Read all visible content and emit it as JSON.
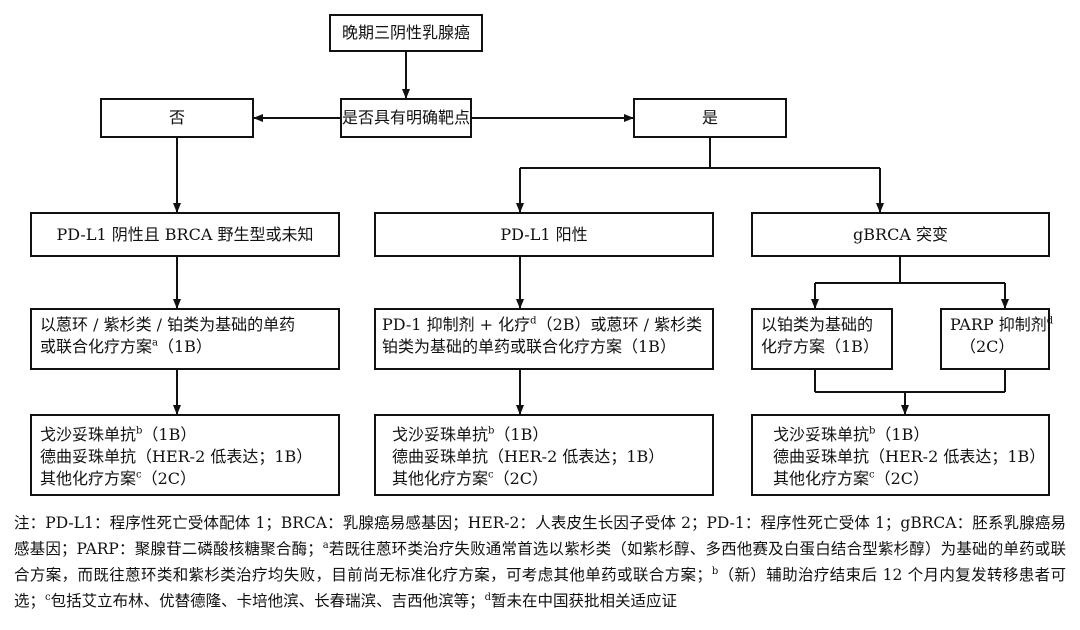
{
  "nodes": {
    "root": "晚期三阴性乳腺癌",
    "question": "是否具有明确靶点",
    "no": "否",
    "yes": "是",
    "branch_a": "PD-L1 阴性且 BRCA 野生型或未知",
    "branch_b": "PD-L1 阳性",
    "branch_c": "gBRCA 突变",
    "a1": {
      "line1": "以蒽环 / 紫杉类 / 铂类为基础的单药",
      "line2": "或联合化疗方案",
      "sup": "a",
      "tail": "（1B）"
    },
    "b1": {
      "line1_pre": "PD-1 抑制剂 + 化疗",
      "sup": "d",
      "line1_post": "（2B）或蒽环 / 紫杉类",
      "line2": "铂类为基础的单药或联合化疗方案（1B）"
    },
    "c1": {
      "line1": "以铂类为基础的",
      "line2": "化疗方案（1B）"
    },
    "c2": {
      "line1": "PARP 抑制剂",
      "sup": "d",
      "line2": "（2C）"
    },
    "final": {
      "l1_pre": "戈沙妥珠单抗",
      "l1_sup": "b",
      "l1_post": "（1B）",
      "l2": "德曲妥珠单抗（HER-2 低表达；1B）",
      "l3_pre": "其他化疗方案",
      "l3_sup": "c",
      "l3_post": "（2C）"
    }
  },
  "footnote": {
    "p1": "注：PD-L1：程序性死亡受体配体 1；BRCA：乳腺癌易感基因；HER-2：人表皮生长因子受体 2；PD-1：程序性死亡受体 1；gBRCA：胚系乳腺癌易感基因；PARP：聚腺苷二磷酸核糖聚合酶；",
    "sa": "a",
    "p2": "若既往蒽环类治疗失败通常首选以紫杉类（如紫杉醇、多西他赛及白蛋白结合型紫杉醇）为基础的单药或联合方案，而既往蒽环类和紫杉类治疗均失败，目前尚无标准化疗方案，可考虑其他单药或联合方案；",
    "sb": "b",
    "p3": "（新）辅助治疗结束后 12 个月内复发转移患者可选；",
    "sc": "c",
    "p4": "包括艾立布林、优替德隆、卡培他滨、长春瑞滨、吉西他滨等；",
    "sd": "d",
    "p5": "暂未在中国获批相关适应证"
  }
}
